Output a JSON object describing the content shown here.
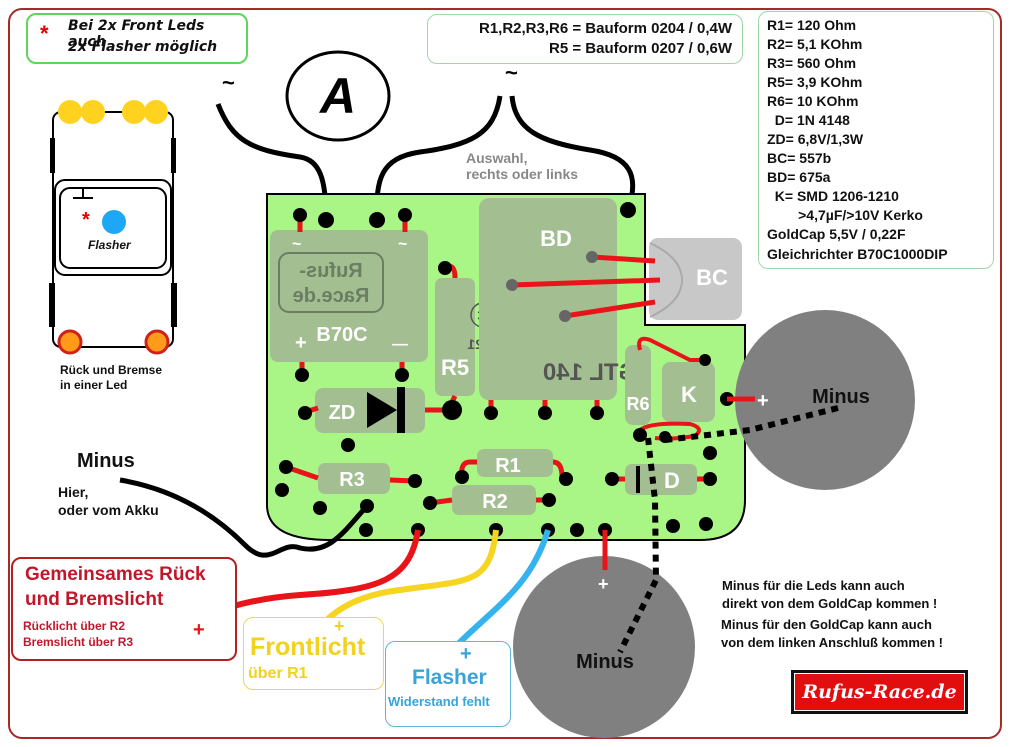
{
  "title_marker": "A",
  "note": {
    "star": "*",
    "line1": "Bei 2x Front Leds auch",
    "line2": "2x Flasher möglich"
  },
  "bauform": {
    "line1": "R1,R2,R3,R6 = Bauform 0204 / 0,4W",
    "line2": "R5 = Bauform 0207 / 0,6W"
  },
  "parts_list": [
    "R1= 120 Ohm",
    "R2= 5,1 KOhm",
    "R3= 560 Ohm",
    "R5= 3,9 KOhm",
    "R6= 10 KOhm",
    "  D= 1N 4148",
    "ZD= 6,8V/1,3W",
    "BC= 557b",
    "BD= 675a",
    "  K= SMD 1206-1210",
    "        >4,7µF/>10V Kerko",
    "GoldCap 5,5V / 0,22F",
    "Gleichrichter B70C1000DIP"
  ],
  "tilde_left": "~",
  "tilde_right": "~",
  "selection_note": {
    "line1": "Auswahl,",
    "line2": "rechts oder links"
  },
  "car": {
    "flasher_label": "Flasher",
    "star": "*",
    "rear_note_line1": "Rück und Bremse",
    "rear_note_line2": "in einer Led",
    "front_led_color": "#ffd21f",
    "flasher_led_color": "#1ea7f5",
    "rear_led_color": "#ff9a1a"
  },
  "pcb": {
    "board_color": "#a9f585",
    "component_color": "#a3bf92",
    "rectifier": {
      "label": "B70C",
      "ac_left": "~",
      "ac_right": "~",
      "plus": "+",
      "minus": "—",
      "logo_line1": "Rufus-",
      "logo_line2": "Race.de"
    },
    "components": {
      "r5": "R5",
      "zd": "ZD",
      "bd": "BD",
      "bc": "BC",
      "r6": "R6",
      "k": "K",
      "r1": "R1",
      "r2": "R2",
      "r3": "R3",
      "d": "D"
    },
    "copyright_symbol": "C",
    "copyright_year": "2021",
    "board_id": "GTL 140"
  },
  "goldcap_right": {
    "label": "Minus",
    "plus": "+"
  },
  "goldcap_bottom": {
    "label": "Minus",
    "plus": "+"
  },
  "minus_left": {
    "title": "Minus",
    "line1": "Hier,",
    "line2": "oder vom Akku"
  },
  "brake_box": {
    "line1": "Gemeinsames Rück",
    "line2": "und Bremslicht",
    "line3": "Rücklicht über R2",
    "line4": "Bremslicht über R3",
    "plus": "+",
    "wire_color": "#e8141a"
  },
  "front_box": {
    "title": "Frontlicht",
    "sub": "über R1",
    "plus": "+",
    "wire_color": "#f5d422"
  },
  "flasher_box": {
    "title": "Flasher",
    "sub": "Widerstand fehlt",
    "plus": "+",
    "wire_color": "#35b3ee"
  },
  "minus_notes": {
    "line1": "Minus für die Leds kann auch",
    "line2": "direkt von dem GoldCap kommen !",
    "line3": "Minus für den GoldCap kann auch",
    "line4": "von dem linken Anschluß kommen !"
  },
  "logo": "Rufus-Race.de"
}
